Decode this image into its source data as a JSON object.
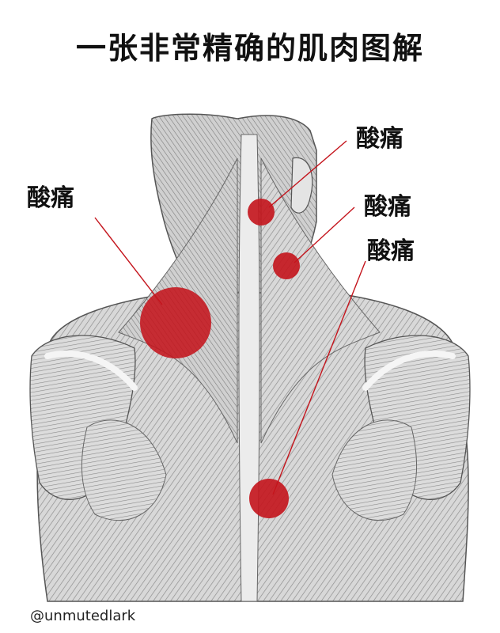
{
  "title": "一张非常精确的肌肉图解",
  "labels": [
    {
      "id": "left-shoulder",
      "text": "酸痛"
    },
    {
      "id": "neck-upper",
      "text": "酸痛"
    },
    {
      "id": "neck-lower",
      "text": "酸痛"
    },
    {
      "id": "mid-back",
      "text": "酸痛"
    }
  ],
  "credit": "@unmutedlark",
  "colors": {
    "marker": "#c4141c",
    "leader": "#c4141c",
    "muscle": "#9a9a9a",
    "text": "#111111"
  }
}
